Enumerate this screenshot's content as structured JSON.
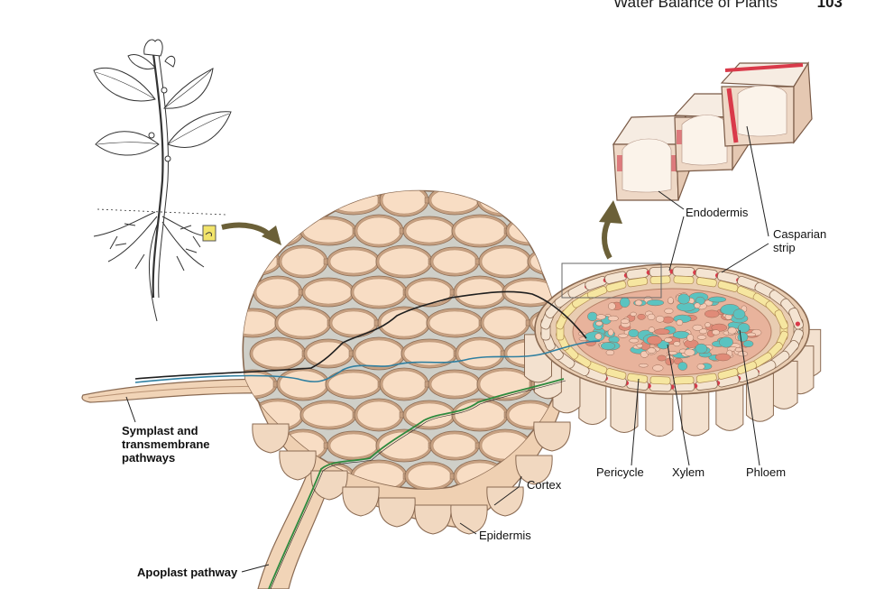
{
  "header": {
    "running_title": "Water Balance of Plants",
    "page_number": "103"
  },
  "labels": {
    "endodermis": "Endodermis",
    "casparian_line1": "Casparian",
    "casparian_line2": "strip",
    "symplast_line1": "Symplast and",
    "symplast_line2": "transmembrane",
    "symplast_line3": "pathways",
    "pericycle": "Pericycle",
    "xylem": "Xylem",
    "phloem": "Phloem",
    "cortex": "Cortex",
    "epidermis": "Epidermis",
    "apoplast": "Apoplast pathway"
  },
  "colors": {
    "cell_fill": "#f8ddc4",
    "wall": "#c7a182",
    "wall_dark": "#8a6a52",
    "intercellular": "#c9c9c2",
    "casparian": "#d93a4a",
    "xylem_cell": "#5bc3c0",
    "phloem_cell": "#e08b78",
    "pericycle_cell": "#f6e6a0",
    "arrow": "#6b6038",
    "path_symplast": "#1f1f1f",
    "path_transmembrane": "#2f7fa0",
    "path_apoplast": "#2e8a3e",
    "highlight_box": "#f2e46a"
  }
}
